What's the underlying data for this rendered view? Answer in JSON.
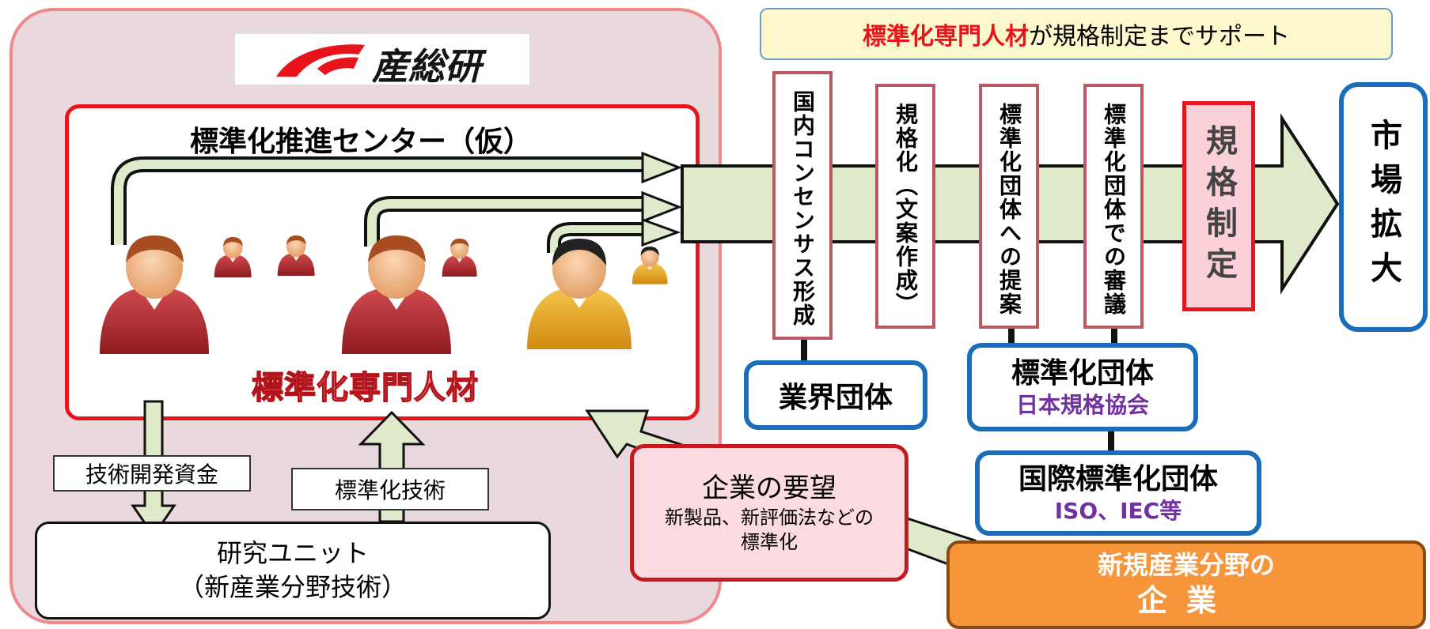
{
  "logo": {
    "text": "産総研"
  },
  "center": {
    "title": "標準化推進センター（仮）",
    "experts_label": "標準化専門人材"
  },
  "flows": {
    "funds_label": "技術開発資金",
    "tech_label": "標準化技術"
  },
  "unit": {
    "line1": "研究ユニット",
    "line2": "（新産業分野技術）"
  },
  "support": {
    "highlight": "標準化専門人材",
    "rest": "が規格制定までサポート"
  },
  "stages": [
    {
      "label": "国内コンセンサス形成"
    },
    {
      "label": "規格化（文案作成）"
    },
    {
      "label": "標準化団体への提案"
    },
    {
      "label": "標準化団体での審議"
    }
  ],
  "final_stage": {
    "label": "規格制定"
  },
  "market": {
    "label": "市場拡大"
  },
  "orgs": {
    "industry": "業界団体",
    "standards_title": "標準化団体",
    "standards_sub": "日本規格協会",
    "intl_title": "国際標準化団体",
    "intl_sub": "ISO、IEC等"
  },
  "request": {
    "title": "企業の要望",
    "desc_line1": "新製品、新評価法などの",
    "desc_line2": "標準化"
  },
  "company": {
    "line1": "新規産業分野の",
    "line2": "企業"
  },
  "colors": {
    "accent_red": "#e8141b",
    "panel_pink": "#e9d8dd",
    "arrow_green": "#dfeacb",
    "org_blue": "#1a6db7",
    "purple": "#7030a0",
    "company_orange": "#f7953b",
    "person_red": "#b3262d",
    "person_gold": "#e8a31c"
  },
  "icons": [
    "aist-logo-icon",
    "person-icon"
  ]
}
